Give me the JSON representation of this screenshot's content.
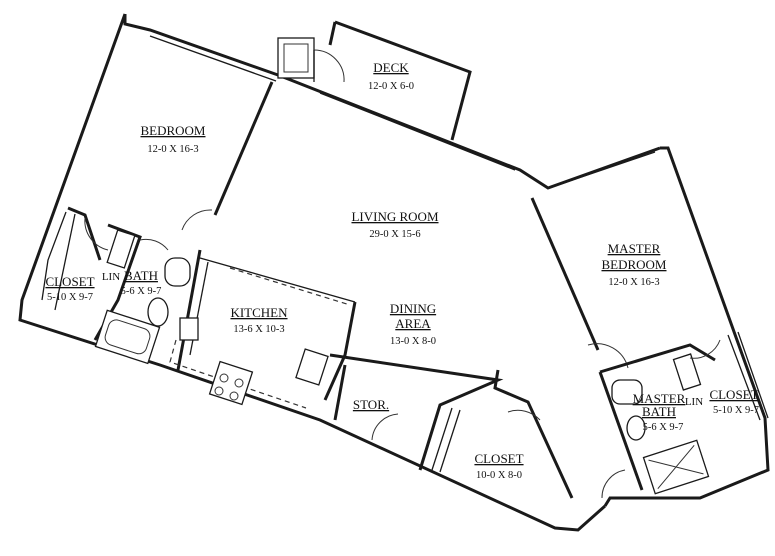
{
  "rooms": {
    "bedroom": {
      "name": "BEDROOM",
      "dims": "12-0 X 16-3"
    },
    "deck": {
      "name": "DECK",
      "dims": "12-0 X 6-0"
    },
    "living_room": {
      "name": "LIVING ROOM",
      "dims": "29-0 X 15-6"
    },
    "master_bedroom": {
      "name_line1": "MASTER",
      "name_line2": "BEDROOM",
      "dims": "12-0 X 16-3"
    },
    "closet_left": {
      "name": "CLOSET",
      "dims": "5-10 X 9-7"
    },
    "lin_left": {
      "name": "LIN"
    },
    "bath": {
      "name": "BATH",
      "dims": "5-6 X 9-7"
    },
    "kitchen": {
      "name": "KITCHEN",
      "dims": "13-6 X 10-3"
    },
    "dining_area": {
      "name_line1": "DINING",
      "name_line2": "AREA",
      "dims": "13-0 X 8-0"
    },
    "stor": {
      "name": "STOR."
    },
    "closet_center": {
      "name": "CLOSET",
      "dims": "10-0 X 8-0"
    },
    "master_bath": {
      "name_line1": "MASTER",
      "name_line2": "BATH",
      "dims": "5-6 X 9-7"
    },
    "lin_right": {
      "name": "LIN"
    },
    "closet_right": {
      "name": "CLOSET",
      "dims": "5-10 X 9-7"
    }
  }
}
